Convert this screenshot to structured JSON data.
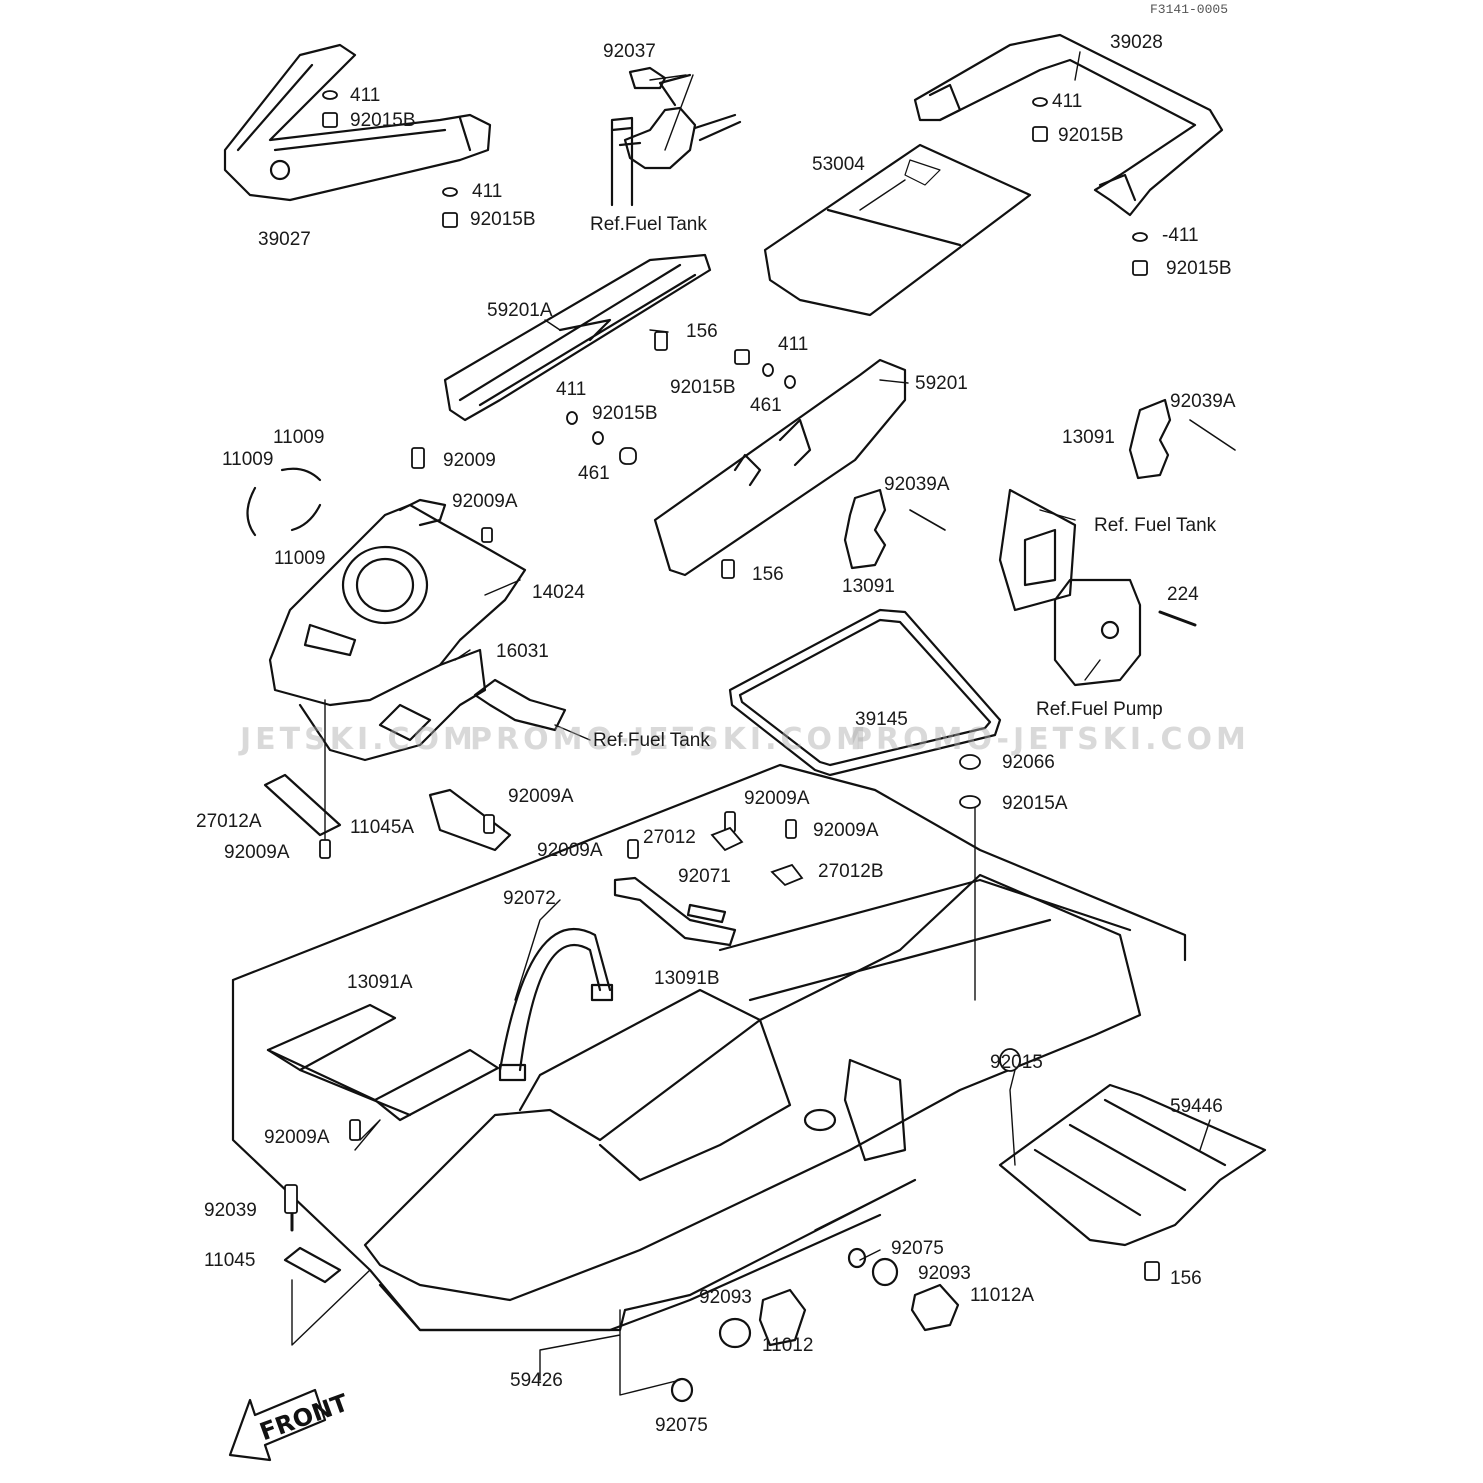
{
  "reference_code": "F3141-0005",
  "watermarks": [
    "JETSKI.COM",
    "PROMO-JETSKI.COM",
    "PROMO-JETSKI.COM"
  ],
  "direction_label": "FRONT",
  "colors": {
    "line": "#111111",
    "text": "#1a1a1a",
    "watermark": "#aaaaaa"
  },
  "labels": {
    "p92037": "92037",
    "p39028": "39028",
    "p411_a": "411",
    "p92015B_a": "92015B",
    "p411_b": "411",
    "p92015B_b": "92015B",
    "p411_c": "411",
    "p92015B_c": "92015B",
    "p39027": "39027",
    "ref_fuel_tank_top": "Ref.Fuel Tank",
    "p53004": "53004",
    "p411_d": "-411",
    "p92015B_d": "92015B",
    "p59201A": "59201A",
    "p156_a": "156",
    "p411_e": "411",
    "p92015B_e": "92015B",
    "p461_a": "461",
    "p411_f": "411",
    "p92015B_f": "92015B",
    "p461_b": "461",
    "p59201": "59201",
    "p92039A_a": "92039A",
    "p13091_a": "13091",
    "p11009_a": "11009",
    "p11009_b": "11009",
    "p92009": "92009",
    "p92009A_a": "92009A",
    "p11009_c": "11009",
    "p92039A_b": "92039A",
    "ref_fuel_tank_right": "Ref. Fuel Tank",
    "p156_b": "156",
    "p13091_b": "13091",
    "p14024": "14024",
    "p224": "224",
    "p16031": "16031",
    "ref_fuel_pump": "Ref.Fuel Pump",
    "p39145": "39145",
    "ref_fuel_tank_mid": "Ref.Fuel Tank",
    "p92066": "92066",
    "p92009A_b": "92009A",
    "p92009A_c": "92009A",
    "p92015A": "92015A",
    "p27012A": "27012A",
    "p11045A": "11045A",
    "p27012": "27012",
    "p92009A_d": "92009A",
    "p92009A_e": "92009A",
    "p92009A_f": "92009A",
    "p27012B": "27012B",
    "p92072": "92072",
    "p92071": "92071",
    "p13091B": "13091B",
    "p13091A": "13091A",
    "p92015": "92015",
    "p59446": "59446",
    "p92009A_g": "92009A",
    "p92039": "92039",
    "p11045": "11045",
    "p92075_a": "92075",
    "p92093_a": "92093",
    "p11012A": "11012A",
    "p92093_b": "92093",
    "p156_c": "156",
    "p11012": "11012",
    "p59426": "59426",
    "p92075_b": "92075"
  }
}
